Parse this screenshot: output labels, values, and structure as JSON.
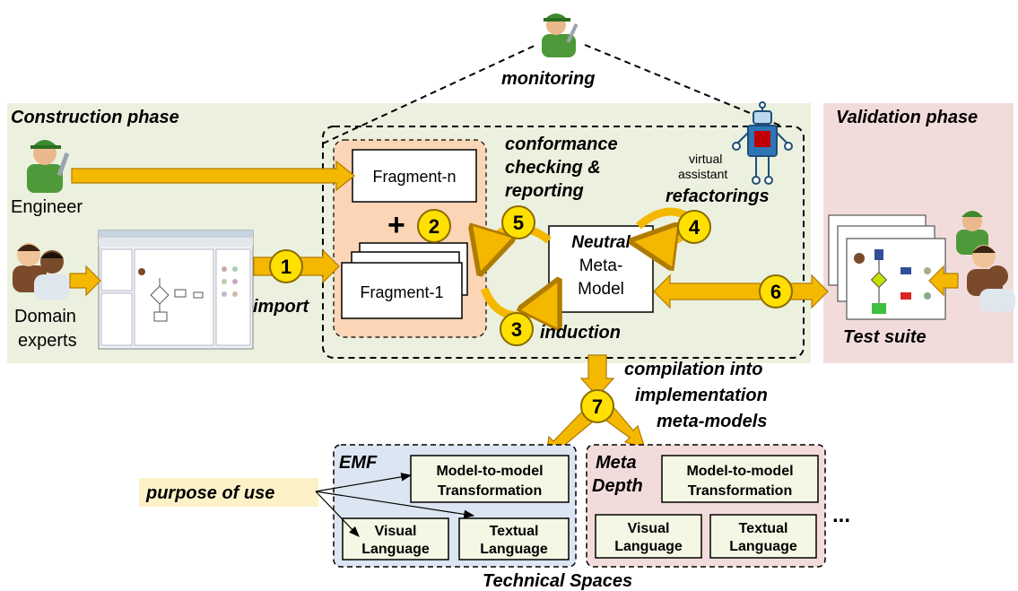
{
  "header": {
    "monitoring_label": "monitoring"
  },
  "phases": {
    "construction": "Construction phase",
    "validation": "Validation phase"
  },
  "actors": {
    "engineer": "Engineer",
    "domain_experts_line1": "Domain",
    "domain_experts_line2": "experts",
    "virtual_assistant_line1": "virtual",
    "virtual_assistant_line2": "assistant"
  },
  "fragments": {
    "top": "Fragment-n",
    "bottom": "Fragment-1",
    "plus": "+"
  },
  "neutral_model": {
    "line1": "Neutral",
    "line2": "Meta-",
    "line3": "Model"
  },
  "labels": {
    "conformance_1": "conformance",
    "conformance_2": "checking &",
    "conformance_3": "reporting",
    "refactorings": "refactorings",
    "import": "import",
    "induction": "induction",
    "test_suite": "Test suite",
    "compilation_1": "compilation into",
    "compilation_2": "implementation",
    "compilation_3": "meta-models",
    "purpose": "purpose of use",
    "technical_spaces": "Technical Spaces",
    "ellipsis": "..."
  },
  "steps": [
    "1",
    "2",
    "3",
    "4",
    "5",
    "6",
    "7"
  ],
  "spaces": {
    "emf": {
      "title": "EMF",
      "m2m_1": "Model-to-model",
      "m2m_2": "Transformation",
      "visual_1": "Visual",
      "visual_2": "Language",
      "textual_1": "Textual",
      "textual_2": "Language"
    },
    "metadepth": {
      "title_1": "Meta",
      "title_2": "Depth",
      "m2m_1": "Model-to-model",
      "m2m_2": "Transformation",
      "visual_1": "Visual",
      "visual_2": "Language",
      "textual_1": "Textual",
      "textual_2": "Language"
    }
  },
  "colors": {
    "construction_bg": "#ebf1de",
    "validation_bg": "#f2dcdb",
    "fragments_bg": "#fbd5b5",
    "emf_bg": "#dce6f2",
    "metadepth_bg": "#f2dcdb",
    "box_fill": "#f3f7e3",
    "arrow": "#f5b800",
    "arrow_stroke": "#b07c00",
    "purpose_bg": "#fdf1c7"
  }
}
